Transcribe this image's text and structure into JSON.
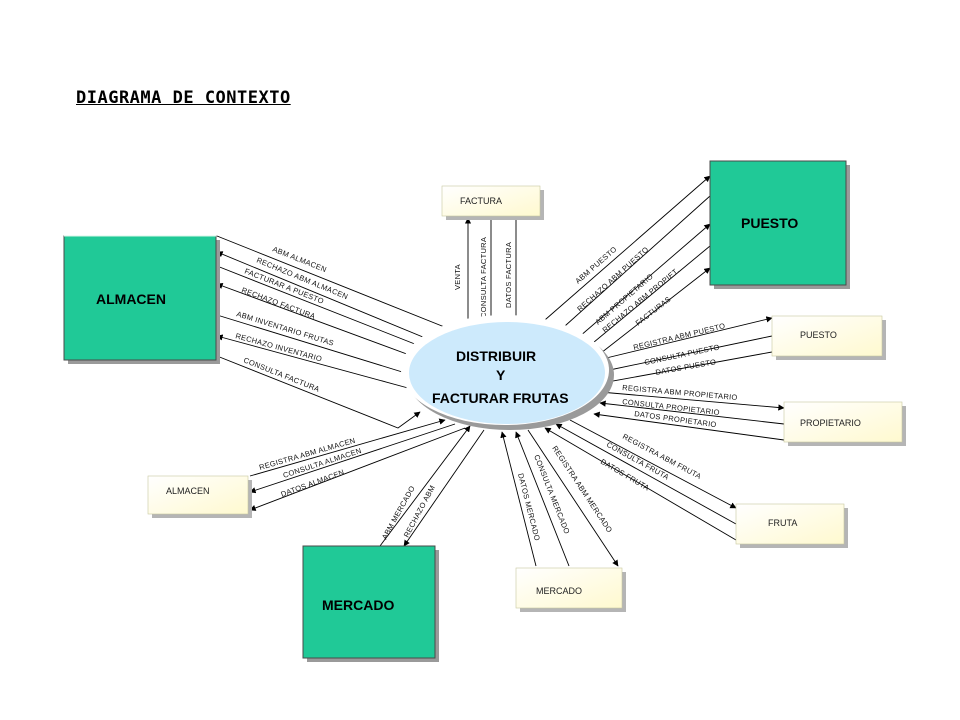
{
  "title": "DIAGRAMA DE CONTEXTO",
  "process": {
    "line1": "DISTRIBUIR",
    "line2": "Y",
    "line3": "FACTURAR FRUTAS"
  },
  "entities": {
    "almacen": "ALMACEN",
    "puesto": "PUESTO",
    "mercado": "MERCADO"
  },
  "stores": {
    "factura": "FACTURA",
    "puesto": "PUESTO",
    "propietario": "PROPIETARIO",
    "fruta": "FRUTA",
    "mercado": "MERCADO",
    "almacen": "ALMACEN"
  },
  "flows": {
    "abm_almacen": "ABM ALMACEN",
    "rechazo_abm_almacen": "RECHAZO ABM ALMACEN",
    "facturar_a_puesto": "FACTURAR A PUESTO",
    "rechazo_factura": "RECHAZO FACTURA",
    "abm_inventario_frutas": "ABM INVENTARIO FRUTAS",
    "rechazo_inventario": "RECHAZO INVENTARIO",
    "consulta_factura_alm": "CONSULTA FACTURA",
    "venta": "VENTA",
    "consulta_factura": "CONSULTA FACTURA",
    "datos_factura": "DATOS FACTURA",
    "abm_puesto": "ABM PUESTO",
    "rechazo_abm_puesto": "RECHAZO ABM PUESTO",
    "abm_propietario": "ABM PROPIETARIO",
    "rechazo_abm_propiet": "RECHAZO ABM PROPIET.",
    "facturas": "FACTURAS",
    "registra_abm_puesto": "REGISTRA ABM PUESTO",
    "consulta_puesto": "CONSULTA PUESTO",
    "datos_puesto": "DATOS PUESTO",
    "registra_abm_propietario": "REGISTRA ABM PROPIETARIO",
    "consulta_propietario": "CONSULTA PROPIETARIO",
    "datos_propietario": "DATOS PROPIETARIO",
    "registra_abm_fruta": "REGISTRA ABM FRUTA",
    "consulta_fruta": "CONSULTA FRUTA",
    "datos_fruta": "DATOS FRUTA",
    "registra_abm_mercado": "REGISTRA ABM MERCADO",
    "consulta_mercado": "CONSULTA MERCADO",
    "datos_mercado": "DATOS MERCADO",
    "abm_mercado": "ABM MERCADO",
    "rechazo_abm": "RECHAZO ABM",
    "registra_abm_almacen": "REGISTRA ABM ALMACEN",
    "consulta_almacen": "CONSULTA ALMACEN",
    "datos_almacen": "DATOS ALMACEN"
  },
  "colors": {
    "entity": "#20c997",
    "process": "#cdeafc",
    "store": "#fffde0"
  }
}
